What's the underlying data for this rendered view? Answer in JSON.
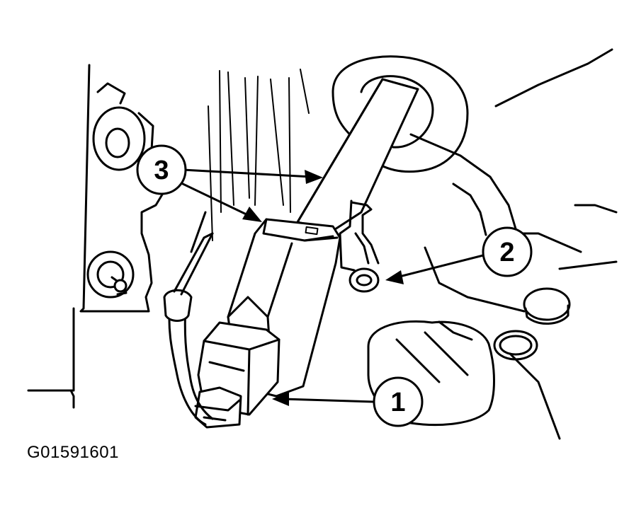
{
  "callouts": [
    {
      "id": "callout-1",
      "label": "1"
    },
    {
      "id": "callout-2",
      "label": "2"
    },
    {
      "id": "callout-3",
      "label": "3"
    }
  ],
  "figure_id": "G01591601"
}
